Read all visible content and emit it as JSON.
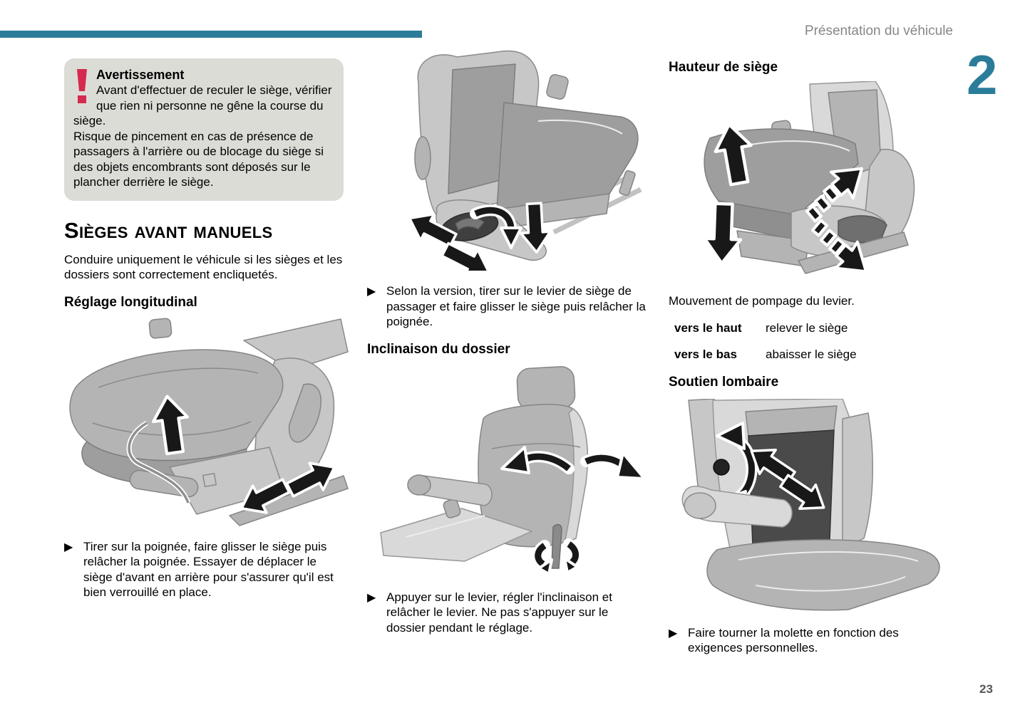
{
  "header": {
    "section_title": "Présentation du véhicule",
    "chapter_number": "2"
  },
  "footer": {
    "page_number": "23"
  },
  "colors": {
    "accent_teal": "#2b7c99",
    "warning_red": "#d5294d",
    "warning_box_bg": "#dcdcd7",
    "header_text_gray": "#878787",
    "page_number_gray": "#58585a"
  },
  "glyphs": {
    "bullet": "▶"
  },
  "warning": {
    "title": "Avertissement",
    "body_1": "Avant d'effectuer de reculer le siège, vérifier que rien ni personne ne gêne la course du siège.",
    "body_2": "Risque de pincement en cas de présence de passagers à l'arrière ou de blocage du siège si des objets encombrants sont déposés sur le plancher derrière le siège."
  },
  "sections": {
    "main_heading": "Sièges avant manuels",
    "intro": "Conduire uniquement le véhicule si les sièges et les dossiers sont correctement encliquetés.",
    "longitudinal": {
      "heading": "Réglage longitudinal",
      "instruction": "Tirer sur la poignée, faire glisser le siège puis relâcher la poignée. Essayer de déplacer le siège d'avant en arrière pour s'assurer qu'il est bien verrouillé en place."
    },
    "passenger_slide": {
      "instruction": "Selon la version, tirer sur le levier de siège de passager et faire glisser le siège puis relâcher la poignée."
    },
    "backrest": {
      "heading": "Inclinaison du dossier",
      "instruction": "Appuyer sur le levier, régler l'inclinaison et relâcher le levier. Ne pas s'appuyer sur le dossier pendant le réglage."
    },
    "height": {
      "heading": "Hauteur de siège",
      "note": "Mouvement de pompage du levier.",
      "table_rows": [
        {
          "action": "vers le haut",
          "result": "relever le siège"
        },
        {
          "action": "vers le bas",
          "result": "abaisser le siège"
        }
      ]
    },
    "lumbar": {
      "heading": "Soutien lombaire",
      "instruction": "Faire tourner la molette en fonction des exigences personnelles."
    }
  },
  "illustrations": {
    "longitudinal": "seat-slide-adjustment",
    "passenger_slide": "passenger-seat-slide",
    "backrest": "backrest-tilt-adjustment",
    "height": "seat-height-pump-lever",
    "lumbar": "lumbar-support-wheel"
  }
}
